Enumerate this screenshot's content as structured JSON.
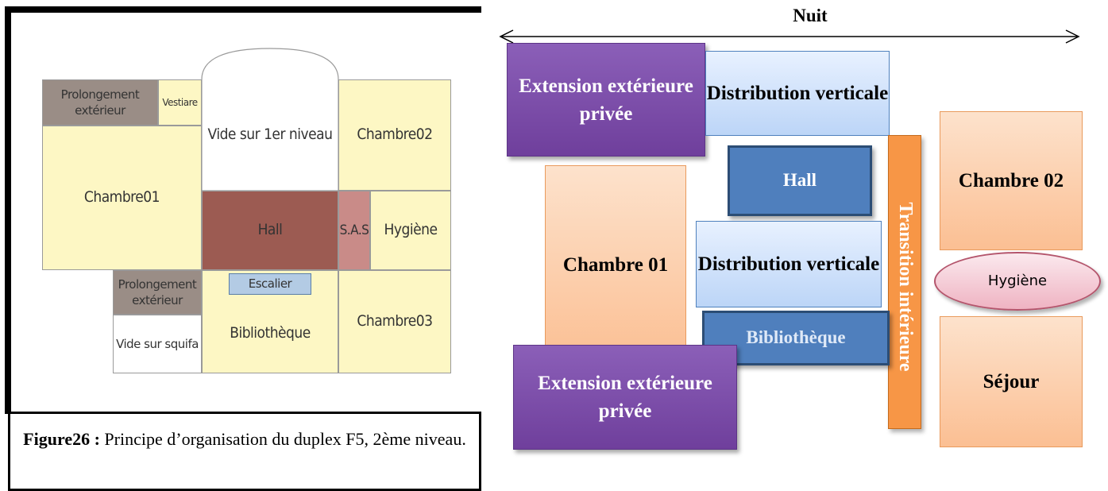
{
  "floor_plan": {
    "rooms": {
      "prolongement_exterieur_top": "Prolongement extérieur",
      "vestiare": "Vestiare",
      "vide_sur_1er_niveau": "Vide sur 1er niveau",
      "chambre02": "Chambre02",
      "chambre01": "Chambre01",
      "hall": "Hall",
      "sas": "S.A.S",
      "hygiene": "Hygiène",
      "prolongement_exterieur_bottom": "Prolongement extérieur",
      "escalier": "Escalier",
      "vide_sur_squifa": "Vide sur squifa",
      "bibliotheque": "Bibliothèque",
      "chambre03": "Chambre03"
    },
    "colors": {
      "room_fill": "#fdf7c4",
      "extension_fill": "#9a8d86",
      "hall_fill": "#9c5b52",
      "sas_fill": "#c98b88",
      "escalier_fill": "#b3cbe4"
    }
  },
  "caption": {
    "label": "Figure26 :",
    "text": "Principe d’organisation du duplex F5, 2ème niveau."
  },
  "diagram": {
    "nuit_label": "Nuit",
    "extension_top": "Extension extérieure privée",
    "distribution_top": "Distribution verticale",
    "hall": "Hall",
    "transition": "Transition intérieure",
    "chambre02": "Chambre 02",
    "chambre01": "Chambre 01",
    "distribution_mid": "Distribution verticale",
    "hygiene": "Hygiène",
    "bibliotheque": "Bibliothèque",
    "extension_bottom": "Extension extérieure privée",
    "sejour": "Séjour",
    "colors": {
      "purple": "#7a4aa8",
      "light_blue": "#cfe0fb",
      "steel_blue": "#4f7fbd",
      "peach": "#fcd0ad",
      "orange": "#f79646",
      "pink": "#f2c2ce"
    }
  }
}
